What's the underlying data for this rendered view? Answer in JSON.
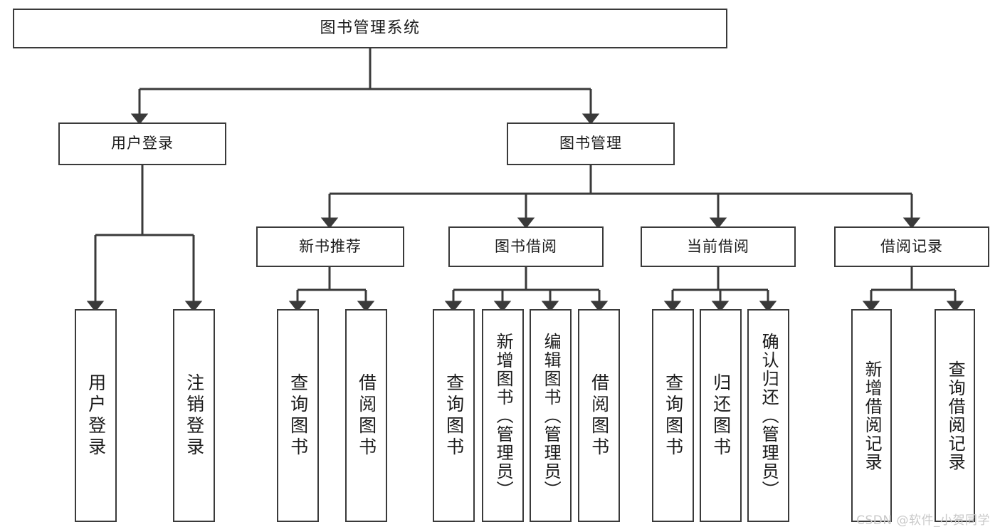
{
  "diagram": {
    "title": "图书管理系统",
    "type": "hierarchy-tree",
    "watermark": "CSDN @软件_小贺同学",
    "colors": {
      "stroke": "#3a3a3a",
      "fill": "#ffffff",
      "text": "#1b1b1b",
      "watermark": "#c9c9c9"
    },
    "levels": {
      "root": "图书管理系统",
      "level1": [
        "用户登录",
        "图书管理"
      ],
      "level2": [
        "新书推荐",
        "图书借阅",
        "当前借阅",
        "借阅记录"
      ]
    },
    "nodes": {
      "root": {
        "label": "图书管理系统"
      },
      "user_login": {
        "label": "用户登录"
      },
      "book_manage": {
        "label": "图书管理"
      },
      "new_book_rec": {
        "label": "新书推荐"
      },
      "book_borrow": {
        "label": "图书借阅"
      },
      "current_borrow": {
        "label": "当前借阅"
      },
      "borrow_record": {
        "label": "借阅记录"
      },
      "leaf_user_login": {
        "label": "用户登录"
      },
      "leaf_logout": {
        "label": "注销登录"
      },
      "leaf_query_book_a": {
        "label": "查询图书"
      },
      "leaf_borrow_book_a": {
        "label": "借阅图书"
      },
      "leaf_query_book_b": {
        "label": "查询图书"
      },
      "leaf_add_book": {
        "label": "新增图书（管理员）"
      },
      "leaf_edit_book": {
        "label": "编辑图书（管理员）"
      },
      "leaf_borrow_book_b": {
        "label": "借阅图书"
      },
      "leaf_query_book_c": {
        "label": "查询图书"
      },
      "leaf_return_book": {
        "label": "归还图书"
      },
      "leaf_confirm_return": {
        "label": "确认归还（管理员）"
      },
      "leaf_add_record": {
        "label": "新增借阅记录"
      },
      "leaf_query_record": {
        "label": "查询借阅记录"
      }
    }
  }
}
